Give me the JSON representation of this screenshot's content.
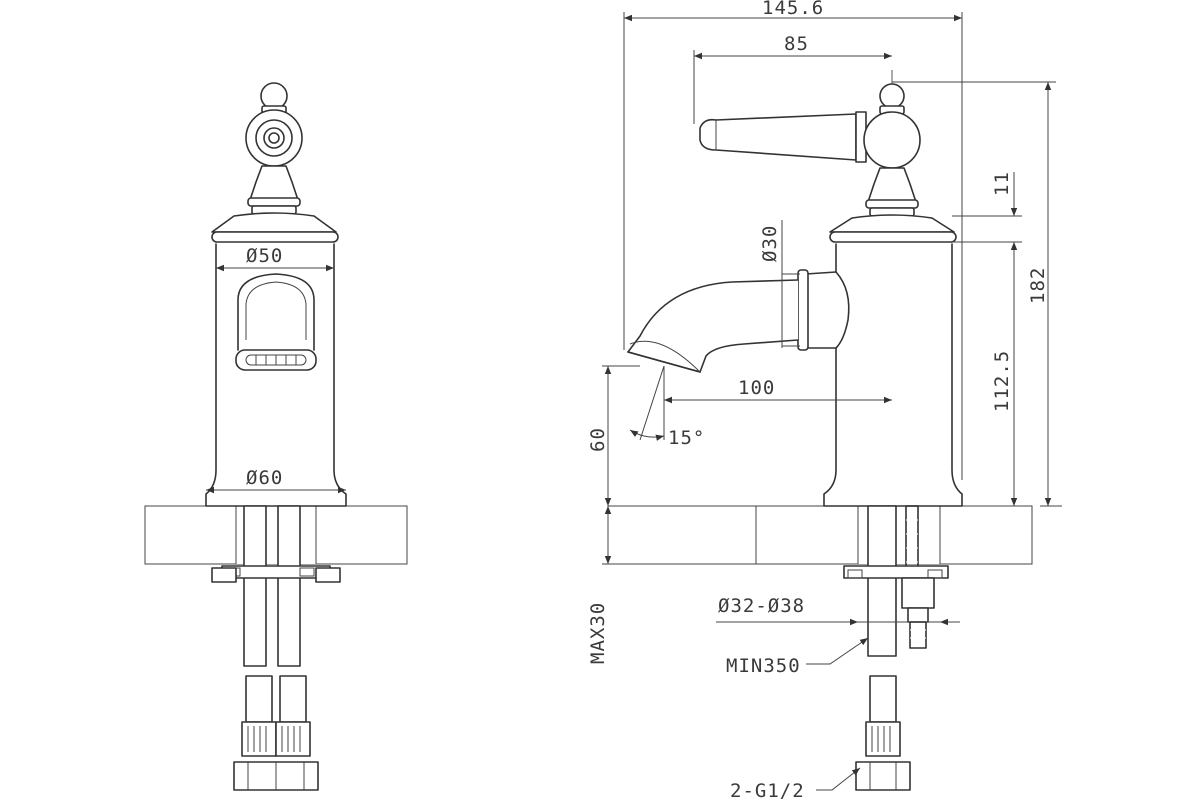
{
  "dimensions": {
    "front_top_diameter": "Ø50",
    "front_base_diameter": "Ø60",
    "overall_width": "145.6",
    "handle_to_axis": "85",
    "spout_diameter": "Ø30",
    "spout_reach": "100",
    "spout_angle": "15°",
    "spout_height": "60",
    "cap_height": "11",
    "spout_axis_height": "112.5",
    "total_height": "182",
    "hole_diameter_range": "Ø32-Ø38",
    "max_deck_thickness": "MAX30",
    "hose_length": "MIN350",
    "connection_thread": "2-G1/2"
  },
  "colors": {
    "line": "#333333",
    "text": "#3a3a3a",
    "background": "#ffffff"
  }
}
